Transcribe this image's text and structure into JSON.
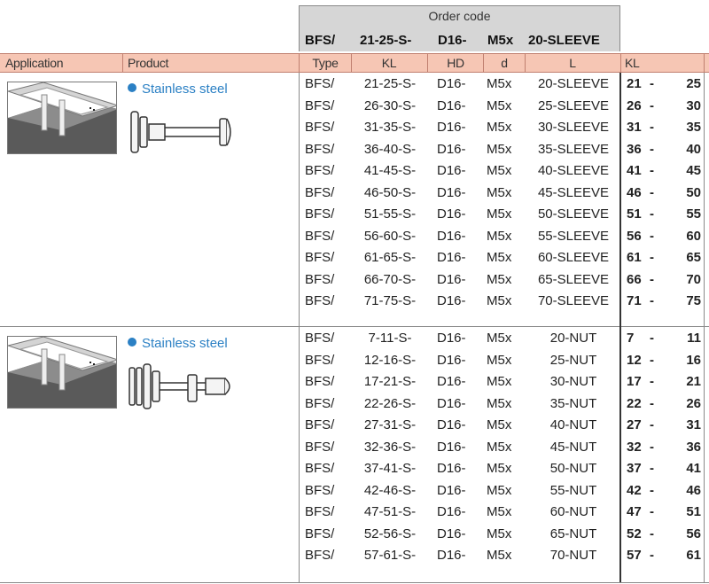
{
  "order_code": {
    "title": "Order code",
    "parts": [
      "BFS/",
      "21-25-S-",
      "D16-",
      "M5x",
      "20-SLEEVE"
    ]
  },
  "header": {
    "application": "Application",
    "product": "Product",
    "type": "Type",
    "kl": "KL",
    "hd": "HD",
    "d": "d",
    "l": "L",
    "kl_range": "KL"
  },
  "sections": [
    {
      "product": "Stainless steel",
      "rows": [
        {
          "type": "BFS/",
          "kl": "21-25-S-",
          "hd": "D16-",
          "d": "M5x",
          "l": "20-SLEEVE",
          "min": "21",
          "max": "25"
        },
        {
          "type": "BFS/",
          "kl": "26-30-S-",
          "hd": "D16-",
          "d": "M5x",
          "l": "25-SLEEVE",
          "min": "26",
          "max": "30"
        },
        {
          "type": "BFS/",
          "kl": "31-35-S-",
          "hd": "D16-",
          "d": "M5x",
          "l": "30-SLEEVE",
          "min": "31",
          "max": "35"
        },
        {
          "type": "BFS/",
          "kl": "36-40-S-",
          "hd": "D16-",
          "d": "M5x",
          "l": "35-SLEEVE",
          "min": "36",
          "max": "40"
        },
        {
          "type": "BFS/",
          "kl": "41-45-S-",
          "hd": "D16-",
          "d": "M5x",
          "l": "40-SLEEVE",
          "min": "41",
          "max": "45"
        },
        {
          "type": "BFS/",
          "kl": "46-50-S-",
          "hd": "D16-",
          "d": "M5x",
          "l": "45-SLEEVE",
          "min": "46",
          "max": "50"
        },
        {
          "type": "BFS/",
          "kl": "51-55-S-",
          "hd": "D16-",
          "d": "M5x",
          "l": "50-SLEEVE",
          "min": "51",
          "max": "55"
        },
        {
          "type": "BFS/",
          "kl": "56-60-S-",
          "hd": "D16-",
          "d": "M5x",
          "l": "55-SLEEVE",
          "min": "56",
          "max": "60"
        },
        {
          "type": "BFS/",
          "kl": "61-65-S-",
          "hd": "D16-",
          "d": "M5x",
          "l": "60-SLEEVE",
          "min": "61",
          "max": "65"
        },
        {
          "type": "BFS/",
          "kl": "66-70-S-",
          "hd": "D16-",
          "d": "M5x",
          "l": "65-SLEEVE",
          "min": "66",
          "max": "70"
        },
        {
          "type": "BFS/",
          "kl": "71-75-S-",
          "hd": "D16-",
          "d": "M5x",
          "l": "70-SLEEVE",
          "min": "71",
          "max": "75"
        }
      ]
    },
    {
      "product": "Stainless steel",
      "rows": [
        {
          "type": "BFS/",
          "kl": "7-11-S-",
          "hd": "D16-",
          "d": "M5x",
          "l": "20-NUT",
          "min": "7",
          "max": "11"
        },
        {
          "type": "BFS/",
          "kl": "12-16-S-",
          "hd": "D16-",
          "d": "M5x",
          "l": "25-NUT",
          "min": "12",
          "max": "16"
        },
        {
          "type": "BFS/",
          "kl": "17-21-S-",
          "hd": "D16-",
          "d": "M5x",
          "l": "30-NUT",
          "min": "17",
          "max": "21"
        },
        {
          "type": "BFS/",
          "kl": "22-26-S-",
          "hd": "D16-",
          "d": "M5x",
          "l": "35-NUT",
          "min": "22",
          "max": "26"
        },
        {
          "type": "BFS/",
          "kl": "27-31-S-",
          "hd": "D16-",
          "d": "M5x",
          "l": "40-NUT",
          "min": "27",
          "max": "31"
        },
        {
          "type": "BFS/",
          "kl": "32-36-S-",
          "hd": "D16-",
          "d": "M5x",
          "l": "45-NUT",
          "min": "32",
          "max": "36"
        },
        {
          "type": "BFS/",
          "kl": "37-41-S-",
          "hd": "D16-",
          "d": "M5x",
          "l": "50-NUT",
          "min": "37",
          "max": "41"
        },
        {
          "type": "BFS/",
          "kl": "42-46-S-",
          "hd": "D16-",
          "d": "M5x",
          "l": "55-NUT",
          "min": "42",
          "max": "46"
        },
        {
          "type": "BFS/",
          "kl": "47-51-S-",
          "hd": "D16-",
          "d": "M5x",
          "l": "60-NUT",
          "min": "47",
          "max": "51"
        },
        {
          "type": "BFS/",
          "kl": "52-56-S-",
          "hd": "D16-",
          "d": "M5x",
          "l": "65-NUT",
          "min": "52",
          "max": "56"
        },
        {
          "type": "BFS/",
          "kl": "57-61-S-",
          "hd": "D16-",
          "d": "M5x",
          "l": "70-NUT",
          "min": "57",
          "max": "61"
        }
      ]
    }
  ],
  "colors": {
    "header_bg": "#f6c6b4",
    "order_code_bg": "#d6d6d6",
    "product_accent": "#2b80c4"
  }
}
